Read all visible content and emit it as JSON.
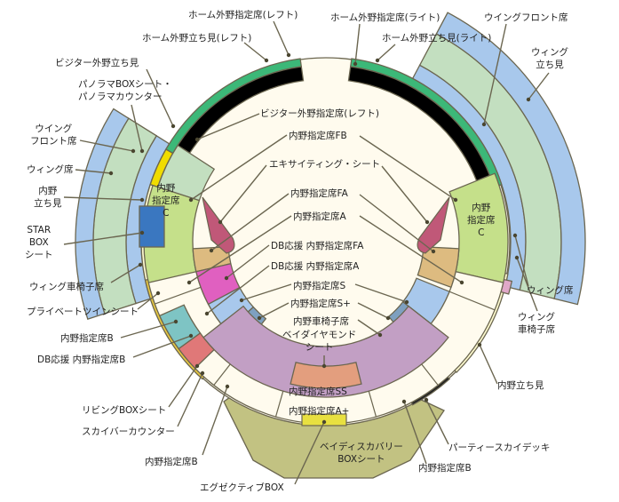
{
  "title": "Stadium seating map",
  "colors": {
    "outline": "#6b6650",
    "cream": "#fffbee",
    "green": "#3cb878",
    "black": "#000000",
    "lime": "#c5e08a",
    "lightgreen": "#c3dfc0",
    "blue": "#a8c8ec",
    "starbox": "#3a77c0",
    "lavender": "#c29fc4",
    "diamond": "#e39e7e",
    "tan": "#ddbb80",
    "magenta": "#e060c0",
    "steel": "#7ea0c0",
    "teal": "#7ec4c4",
    "red": "#e07878",
    "pink": "#e0a8c8",
    "olive": "#c2c282",
    "yellow": "#e8e040",
    "excite": "#c05878"
  },
  "outer_labels": [
    {
      "id": "home-left-reserved",
      "text": "ホーム外野指定席(レフト)"
    },
    {
      "id": "home-left-standing",
      "text": "ホーム外野立ち見(レフト)"
    },
    {
      "id": "visitor-standing",
      "text": "ビジター外野立ち見"
    },
    {
      "id": "panorama",
      "text": "パノラマBOXシート・\nパノラマカウンター"
    },
    {
      "id": "wing-front-left",
      "text": "ウイング\nフロント席"
    },
    {
      "id": "wing-left",
      "text": "ウィング席"
    },
    {
      "id": "infield-standing-left",
      "text": "内野\n立ち見"
    },
    {
      "id": "star-box",
      "text": "STAR\nBOX\nシート"
    },
    {
      "id": "wing-wheelchair-left",
      "text": "ウィング車椅子席"
    },
    {
      "id": "private-twin",
      "text": "プライベートツインシート"
    },
    {
      "id": "infield-b-left",
      "text": "内野指定席B"
    },
    {
      "id": "db-infield-b",
      "text": "DB応援 内野指定席B"
    },
    {
      "id": "living-box",
      "text": "リビングBOXシート"
    },
    {
      "id": "sky-bar",
      "text": "スカイバーカウンター"
    },
    {
      "id": "infield-b-bottom-left",
      "text": "内野指定席B"
    },
    {
      "id": "executive-box",
      "text": "エグゼクティブBOX"
    },
    {
      "id": "infield-b-bottom-right",
      "text": "内野指定席B"
    },
    {
      "id": "party-sky-deck",
      "text": "パーティースカイデッキ"
    },
    {
      "id": "infield-standing-right",
      "text": "内野立ち見"
    },
    {
      "id": "wing-wheelchair-right",
      "text": "ウィング\n車椅子席"
    },
    {
      "id": "wing-right",
      "text": "ウィング席"
    },
    {
      "id": "wing-standing-right",
      "text": "ウィング\n立ち見"
    },
    {
      "id": "wing-front-right",
      "text": "ウイングフロント席"
    },
    {
      "id": "home-right-reserved",
      "text": "ホーム外野指定席(ライト)"
    },
    {
      "id": "home-right-standing",
      "text": "ホーム外野立ち見(ライト)"
    }
  ],
  "inner_labels": [
    {
      "id": "visitor-reserved",
      "text": "ビジター外野指定席(レフト)"
    },
    {
      "id": "infield-fb",
      "text": "内野指定席FB"
    },
    {
      "id": "exciting-seat",
      "text": "エキサイティング・シート"
    },
    {
      "id": "infield-fa",
      "text": "内野指定席FA"
    },
    {
      "id": "infield-a",
      "text": "内野指定席A"
    },
    {
      "id": "db-infield-fa",
      "text": "DB応援 内野指定席FA"
    },
    {
      "id": "db-infield-a",
      "text": "DB応援 内野指定席A"
    },
    {
      "id": "infield-s",
      "text": "内野指定席S"
    },
    {
      "id": "infield-s-plus",
      "text": "内野指定席S+"
    },
    {
      "id": "infield-wheelchair",
      "text": "内野車椅子席"
    },
    {
      "id": "bay-diamond",
      "text": "ベイダイヤモンド\nシート"
    },
    {
      "id": "infield-ss",
      "text": "内野指定席SS"
    },
    {
      "id": "infield-a-plus",
      "text": "内野指定席A+"
    },
    {
      "id": "bay-discovery",
      "text": "ベイディスカバリー\nBOXシート"
    },
    {
      "id": "infield-c-left",
      "text": "内野\n指定席\nC"
    },
    {
      "id": "infield-c-right",
      "text": "内野\n指定席\nC"
    }
  ]
}
